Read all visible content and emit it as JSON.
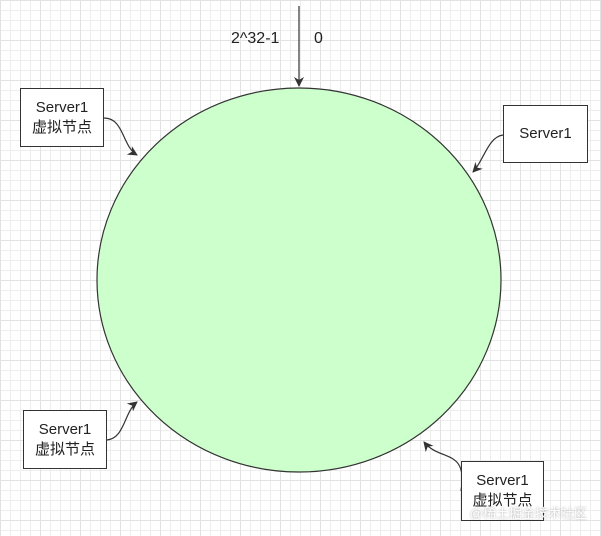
{
  "ring": {
    "top_label_left": "2^32-1",
    "top_label_right": "0",
    "fill_color": "#ccffcc"
  },
  "nodes": [
    {
      "line1": "Server1",
      "line2": "虚拟节点"
    },
    {
      "line1": "Server1",
      "line2": ""
    },
    {
      "line1": "Server1",
      "line2": "虚拟节点"
    },
    {
      "line1": "Server1",
      "line2": "虚拟节点"
    }
  ],
  "watermark": "@稀土掘金技术社区"
}
